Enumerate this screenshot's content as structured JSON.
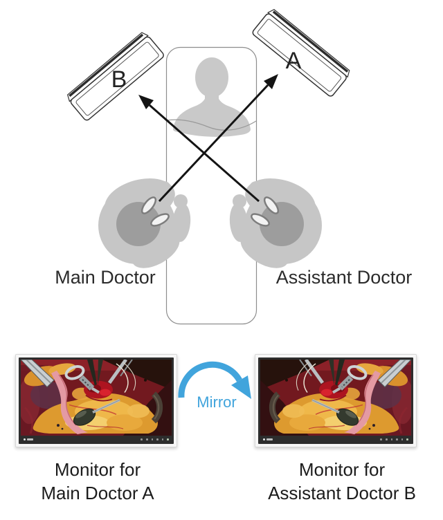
{
  "diagram": {
    "monitor_a": {
      "label": "A"
    },
    "monitor_b": {
      "label": "B"
    },
    "main_doctor_label": "Main Doctor",
    "assistant_doctor_label": "Assistant Doctor"
  },
  "mirror": {
    "label": "Mirror"
  },
  "monitor_left": {
    "caption_line1": "Monitor for",
    "caption_line2": "Main Doctor A"
  },
  "monitor_right": {
    "caption_line1": "Monitor for",
    "caption_line2": "Assistant Doctor B"
  },
  "screens": {
    "content": "open-surgery-video-frame",
    "right_screen_is_mirrored": true
  },
  "icons": {
    "curved_arrow": "mirror-flip-arrow",
    "brand_logo": "monitor-brand-logo",
    "patient": "patient-silhouette",
    "doctor": "surgeon-top-view-silhouette"
  },
  "colors": {
    "accent_blue": "#41a4dc",
    "silhouette_light": "#c7c7c7",
    "silhouette_head": "#9d9d9d",
    "arrow_black": "#141414",
    "bezel_dark": "#2d2d2d"
  }
}
